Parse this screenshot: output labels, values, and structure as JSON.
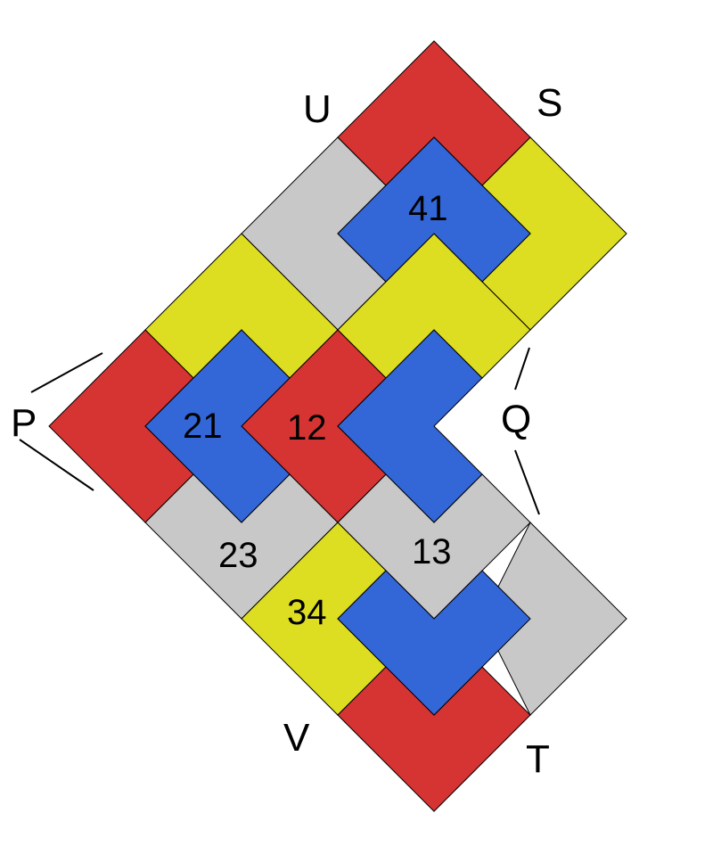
{
  "colors": {
    "red": "#d63333",
    "blue": "#3366d6",
    "yellow": "#dddd22",
    "gray": "#c8c8c8",
    "outline": "#000000"
  },
  "vertex_labels": {
    "P": "P",
    "Q": "Q",
    "S": "S",
    "T": "T",
    "U": "U",
    "V": "V"
  },
  "region_labels": {
    "r41": "41",
    "r21": "21",
    "r12": "12",
    "r23": "23",
    "r13": "13",
    "r34": "34"
  }
}
